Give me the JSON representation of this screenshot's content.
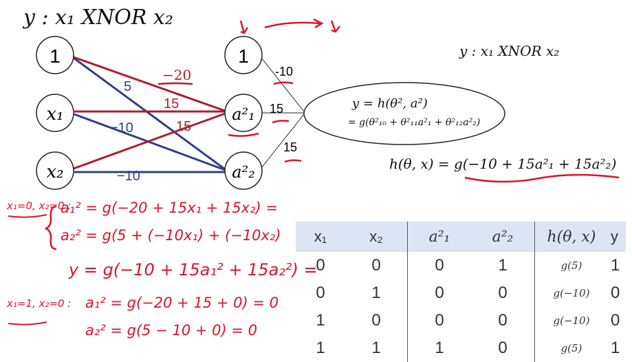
{
  "title": "y : x₁ XNOR x₂",
  "title_right": "y : x₁ XNOR x₂",
  "layer1": {
    "n1": "1",
    "n2": "x₁",
    "n3": "x₂"
  },
  "layer2": {
    "n1": "1",
    "n2": "a²₁",
    "n3": "a²₂"
  },
  "weights": {
    "w_1_a2": "5",
    "w_1_a1": "−20",
    "w_x1_a1": "15",
    "w_x2_a1": "15",
    "w_x1_a2": "−10",
    "w_x2_a2": "−10",
    "out_bias": "-10",
    "out_a1": "15",
    "out_a2": "15"
  },
  "output_node": {
    "line1": "y = h(θ², a²)",
    "line2": "= g(θ²₁₀ + θ²₁₁a²₁ + θ²₁₂a²₂)"
  },
  "h_formula": "h(θ, x) = g(−10 + 15a²₁ + 15a²₂)",
  "handwritten": {
    "case1_label": "x₁=0, x₂=0 :",
    "eq_a1": "a₁² = g(−20 + 15x₁ + 15x₂) =",
    "eq_a2": "a₂² = g(5 + (−10x₁) + (−10x₂)",
    "eq_y": "y = g(−10 + 15a₁² + 15a₂²) =",
    "case2_label": "x₁=1, x₂=0 :",
    "eq2_a1": "a₁² = g(−20 + 15 + 0) = 0",
    "eq2_a2": "a₂² = g(5 − 10 + 0) = 0"
  },
  "table": {
    "headers": [
      "x₁",
      "x₂",
      "a²₁",
      "a²₂",
      "h(θ, x)",
      "y"
    ],
    "rows": [
      [
        "0",
        "0",
        "0",
        "1",
        "g(5)",
        "1"
      ],
      [
        "0",
        "1",
        "0",
        "0",
        "g(−10)",
        "0"
      ],
      [
        "1",
        "0",
        "0",
        "0",
        "g(−10)",
        "0"
      ],
      [
        "1",
        "1",
        "1",
        "0",
        "g(5)",
        "1"
      ]
    ]
  },
  "colors": {
    "red": "#b01c2e",
    "blue": "#2e3f8c",
    "ink": "#e0122a",
    "header_bg": "#dde4f4"
  }
}
